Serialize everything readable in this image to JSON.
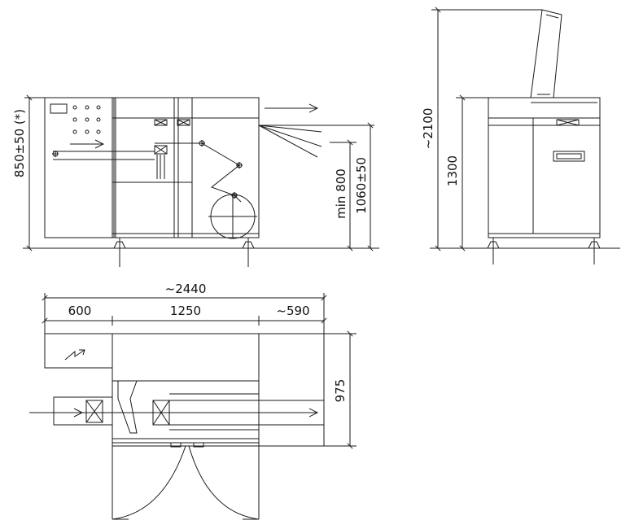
{
  "dimensions": {
    "front_left_height": "850±50 (*)",
    "front_min_height": "min 800",
    "front_total_height": "1060±50",
    "side_total_height": "~2100",
    "side_body_height": "1300",
    "plan_total_width": "~2440",
    "plan_left_width": "600",
    "plan_center_width": "1250",
    "plan_right_width": "~590",
    "plan_depth": "975"
  },
  "colors": {
    "line": "#1a1a1a",
    "background": "#ffffff"
  },
  "icons": {
    "arrow": "arrow-right-icon",
    "lightning": "lightning-arrow-icon"
  }
}
